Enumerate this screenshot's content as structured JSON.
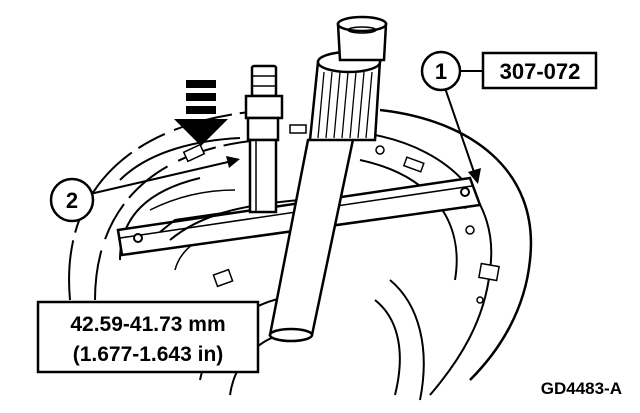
{
  "callouts": [
    {
      "number": "1",
      "label": "307-072"
    },
    {
      "number": "2"
    }
  ],
  "measurement": {
    "metric": "42.59-41.73 mm",
    "imperial": "(1.677-1.643 in)"
  },
  "figure_code": "GD4483-A"
}
